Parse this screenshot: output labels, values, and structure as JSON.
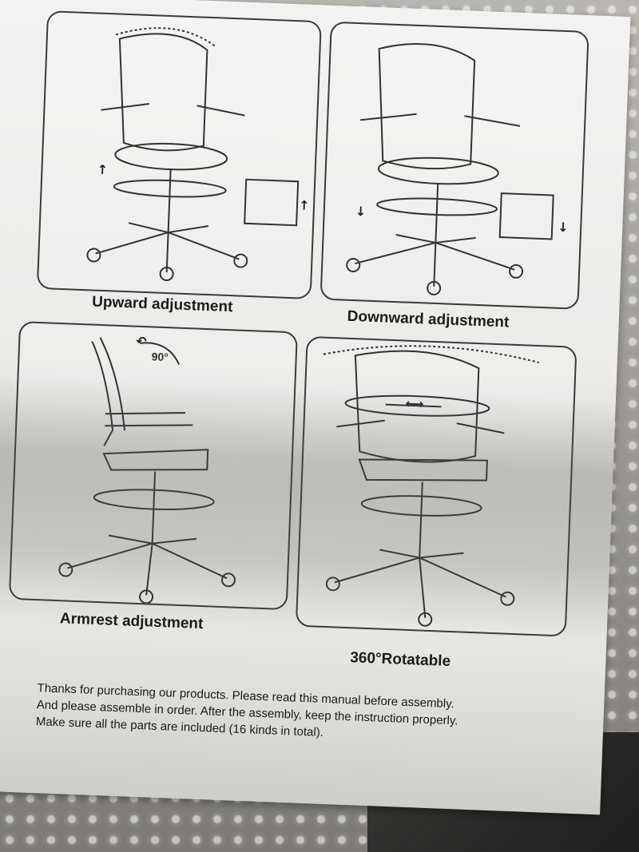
{
  "document": {
    "type": "office chair instruction manual page",
    "panels": [
      {
        "caption": "Upward adjustment",
        "arrows": [
          "up-arrow",
          "up-arrow"
        ]
      },
      {
        "caption": "Downward adjustment",
        "arrows": [
          "down-arrow",
          "down-arrow"
        ]
      },
      {
        "caption": "Armrest adjustment",
        "angle_label": "90°"
      },
      {
        "caption": "360°Rotatable"
      }
    ],
    "intro_lines": [
      "Thanks for purchasing our products. Please read this manual before assembly.",
      "And please assemble in order. After the assembly, keep the instruction properly.",
      "Make sure all the parts are included (16 kinds in total)."
    ]
  },
  "colors": {
    "paper": "#ecebe8",
    "ink": "#1d1c1b",
    "panel_border": "#3d3b39",
    "bubble_wrap": "#b9b6b0"
  }
}
